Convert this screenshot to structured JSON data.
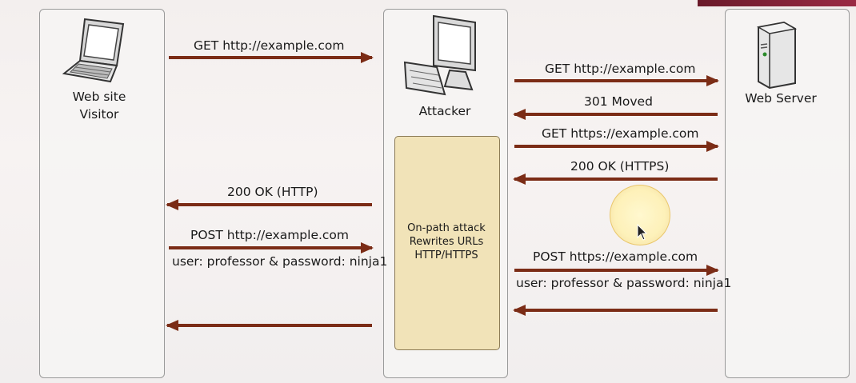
{
  "participants": {
    "visitor_line1": "Web site",
    "visitor_line2": "Visitor",
    "attacker": "Attacker",
    "server": "Web Server"
  },
  "attack_box": {
    "line1": "On-path attack",
    "line2": "Rewrites URLs",
    "line3": "HTTP/HTTPS"
  },
  "messages": {
    "visitor_get": "GET http://example.com",
    "attacker_get": "GET http://example.com",
    "moved": "301 Moved",
    "attacker_get_https": "GET https://example.com",
    "ok_https": "200 OK (HTTPS)",
    "ok_http": "200 OK (HTTP)",
    "visitor_post": "POST http://example.com",
    "visitor_creds": "user: professor & password: ninja1",
    "attacker_post": "POST https://example.com",
    "attacker_creds": "user: professor & password: ninja1"
  }
}
